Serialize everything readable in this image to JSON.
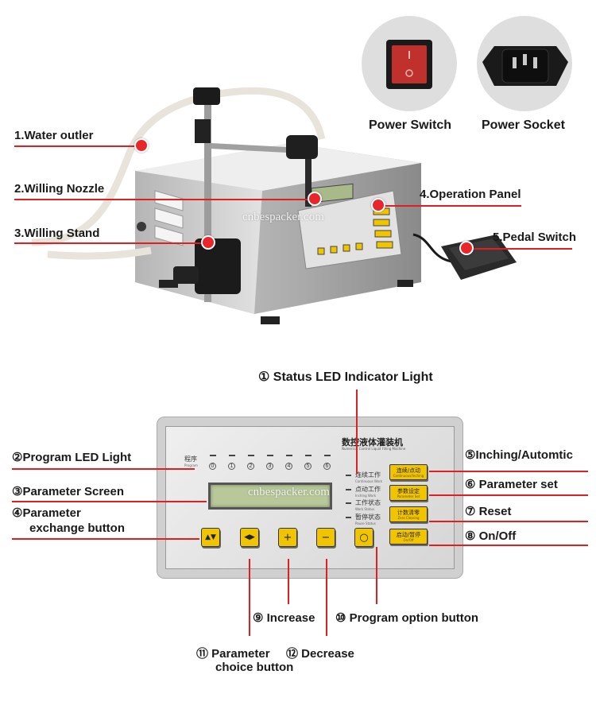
{
  "top_callouts": {
    "water_outlet": "1.Water outler",
    "filling_nozzle": "2.Willing Nozzle",
    "filling_stand": "3.Willing Stand",
    "operation_panel": "4.Operation Panel",
    "pedal_switch": "5.Pedal Switch"
  },
  "power_switch_label": "Power Switch",
  "power_socket_label": "Power Socket",
  "watermark": "cnbespacker.com",
  "machine_panel_title": "数控液体灌装机",
  "panel": {
    "title": "数控液体灌装机",
    "subtitle": "Numerical Control Liquid Filling Machine",
    "program_label": "程序",
    "program_label_en": "Program",
    "program_leds": [
      "0",
      "1",
      "2",
      "3",
      "4",
      "5",
      "6"
    ],
    "status_items": [
      {
        "zh": "连续工作",
        "en": "Continuous Work"
      },
      {
        "zh": "点动工作",
        "en": "Inching Work"
      },
      {
        "zh": "工作状态",
        "en": "Work Status"
      },
      {
        "zh": "暂停状态",
        "en": "Pause Status"
      }
    ],
    "func_buttons": [
      {
        "zh": "连续/点动",
        "en": "Continuous/Inching"
      },
      {
        "zh": "参数设定",
        "en": "Parameter Set"
      },
      {
        "zh": "计数清零",
        "en": "Zero Clearing"
      },
      {
        "zh": "启动/暂停",
        "en": "On/Off"
      }
    ],
    "bottom_buttons": [
      "▲▼",
      "◀▶",
      "+",
      "−",
      "○"
    ]
  },
  "panel_callouts": {
    "status_led": "① Status LED Indicator Light",
    "program_led": "②Program LED Light",
    "parameter_screen": "③Parameter  Screen",
    "parameter_exchange_1": "④Parameter",
    "parameter_exchange_2": "exchange button",
    "inching_auto": "⑤Inching/Automtic",
    "parameter_set": "⑥ Parameter set",
    "reset": "⑦ Reset",
    "on_off": "⑧ On/Off",
    "increase": "⑨ Increase",
    "program_option": "⑩ Program option button",
    "parameter_choice_1": "⑪ Parameter",
    "parameter_choice_2": "choice button",
    "decrease": "⑫ Decrease"
  },
  "colors": {
    "accent_red": "#e02020",
    "button_yellow": "#f1c400",
    "panel_silver": "#d8d8d8"
  }
}
